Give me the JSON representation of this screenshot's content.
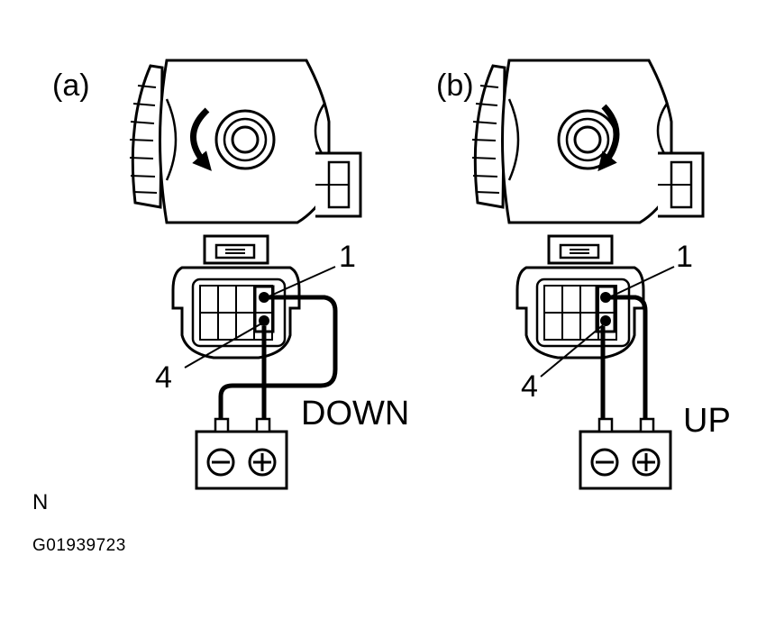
{
  "panels": [
    {
      "id": "a",
      "label": "(a)",
      "rotation": "counterclockwise",
      "pin_top": "1",
      "pin_bottom": "4",
      "direction": "DOWN",
      "terminals": {
        "left": "minus",
        "right": "plus"
      }
    },
    {
      "id": "b",
      "label": "(b)",
      "rotation": "clockwise",
      "pin_top": "1",
      "pin_bottom": "4",
      "direction": "UP",
      "terminals": {
        "left": "minus",
        "right": "plus"
      }
    }
  ],
  "footer": {
    "note": "N",
    "figure_code": "G01939723"
  },
  "colors": {
    "ink": "#000000",
    "paper": "#ffffff"
  }
}
